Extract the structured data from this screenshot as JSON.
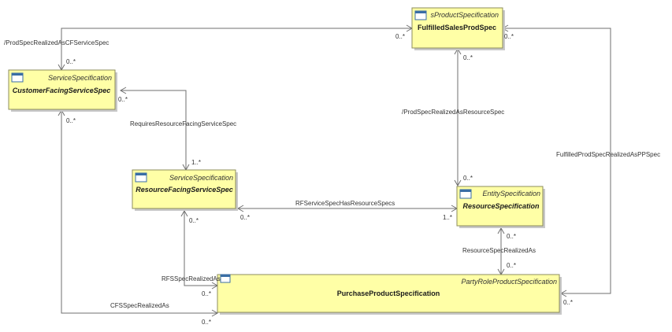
{
  "classes": {
    "fulfilled": {
      "stereotype": "sProductSpecification",
      "name": "FulfilledSalesProdSpec"
    },
    "cfs": {
      "stereotype": "ServiceSpecification",
      "name": "CustomerFacingServiceSpec"
    },
    "rfs": {
      "stereotype": "ServiceSpecification",
      "name": "ResourceFacingServiceSpec"
    },
    "resource": {
      "stereotype": "EntitySpecification",
      "name": "ResourceSpecification"
    },
    "purchase": {
      "stereotype": "PartyRoleProductSpecification",
      "name": "PurchaseProductSpecification"
    }
  },
  "associations": {
    "prodspec_cfs": {
      "label": "/ProdSpecRealizedAsCFServiceSpec",
      "mult_fulfilled": "0..*",
      "mult_cfs": "0..*"
    },
    "requires_rfs": {
      "label": "RequiresResourceFacingServiceSpec",
      "mult_cfs": "0..*",
      "mult_rfs": "1..*"
    },
    "prodspec_resource": {
      "label": "/ProdSpecRealizedAsResourceSpec",
      "mult_fulfilled": "0..*",
      "mult_resource": "0..*"
    },
    "rfs_resources": {
      "label": "RFServiceSpecHasResourceSpecs",
      "mult_rfs": "0..*",
      "mult_resource": "1..*"
    },
    "fulfilled_pps": {
      "label": "FulfilledProdSpecRealizedAsPPSpec",
      "mult_fulfilled": "0..*",
      "mult_purchase": "0..*"
    },
    "resource_realized": {
      "label": "ResourceSpecRealizedAs",
      "mult_resource": "0..*",
      "mult_purchase": "0..*"
    },
    "rfs_realized": {
      "label": "RFSSpecRealizedAs",
      "mult_rfs": "0..*",
      "mult_purchase": "0..*"
    },
    "cfs_realized": {
      "label": "CFSSpecRealizedAs",
      "mult_purchase": "0..*"
    }
  }
}
